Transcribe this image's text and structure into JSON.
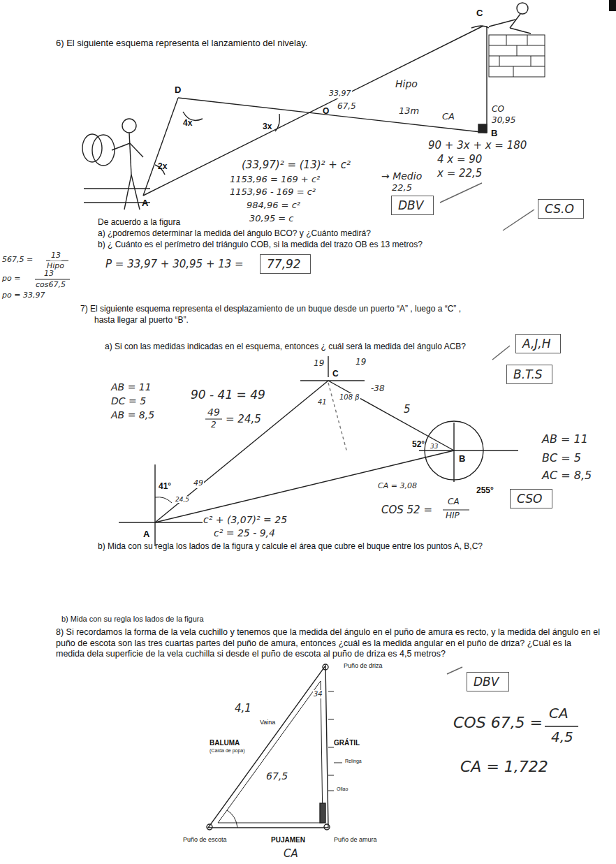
{
  "diagram": {
    "nodes": [
      {
        "text": [
          "DBV"
        ]
      },
      {
        "text": [
          "CS.O"
        ]
      },
      {
        "text": [
          "77,92"
        ]
      },
      {
        "text": [
          "A,J,H"
        ]
      },
      {
        "text": [
          "B.T.S"
        ]
      },
      {
        "text": [
          "CSO"
        ]
      },
      {
        "text": [
          "DBV"
        ]
      }
    ],
    "labels": [
      "6) El siguiente esquema representa el lanzamiento del nivelay.",
      "C",
      "D",
      "O",
      "B",
      "A",
      "4x",
      "3x",
      "2x",
      "Hipo",
      "33,97",
      "67,5",
      "13m",
      "CA",
      "CO",
      "30,95",
      "90 + 3x + x = 180",
      "4 x = 90",
      "x = 22,5",
      "(33,97)² = (13)² + c²",
      "1153,96 = 169 + c²",
      "1153,96 - 169 = c²",
      "984,96 = c²",
      "30,95 = c",
      "→ Medio",
      "22,5",
      "De acuerdo a la figura",
      "a) ¿podremos determinar la medida del ángulo BCO? y ¿Cuánto medirá?",
      "b) ¿ Cuánto es el perímetro del triángulo COB, si la medida del trazo OB es 13 metros?",
      "567,5 =",
      "13",
      "Hipo",
      "po =",
      "13",
      "cos67,5",
      "po = 33,97",
      "P = 33,97 + 30,95 + 13 =",
      "7) El siguiente esquema representa el desplazamiento de un buque desde un puerto “A” , luego a “C” ,",
      "hasta llegar al puerto “B”.",
      "a) Si con las medidas indicadas en el esquema, entonces ¿ cuál será la medida del ángulo ACB?",
      "AB = 11",
      "DC = 5",
      "AB = 8,5",
      "90 - 41 = 49",
      "49",
      "2",
      "= 24,5",
      "19",
      "19",
      "-38",
      "C",
      "108 β",
      "41",
      "5",
      "52°",
      "33",
      "B",
      "255°",
      "CA = 3,08",
      "41°",
      "24,5",
      "49",
      "A",
      "c² + (3,07)² = 25",
      "c² = 25 - 9,4",
      "COS 52 =",
      "CA",
      "HIP",
      "AB = 11",
      "BC = 5",
      "AC = 8,5",
      "b) Mida con su regla los lados de la figura y calcule el área que cubre el buque entre los puntos A, B,C?",
      "b) Mida con su regla los lados de la figura",
      "8) Si recordamos la forma de la vela cuchillo y tenemos que la medida del ángulo en el puño de amura es recto, y la medida del ángulo en el puño de escota son las tres cuartas partes del puño de amura, entonces ¿cuál es la medida angular en el puño de driza? ¿Cuál es la medida dela superficie de la vela cuchilla si desde el puño de escota al puño de driza es 4,5 metros?",
      "Puño de driza",
      "Vaina",
      "4,1",
      "BALUMA",
      "(Caída de popa)",
      "GRÁTIL",
      "Relinga",
      "Ollao",
      "67,5",
      "Puño de escota",
      "PUJAMEN",
      "Puño de amura",
      "CA",
      "COS 67,5 =",
      "CA",
      "4,5",
      "CA = 1,722",
      "34"
    ]
  }
}
